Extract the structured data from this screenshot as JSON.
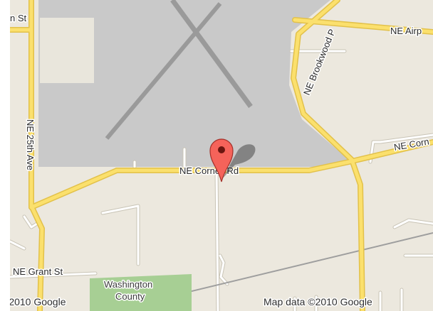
{
  "map": {
    "colors": {
      "land": "#ece8de",
      "airport": "#c9c9c9",
      "runway": "#9a9a9a",
      "park": "#a7cf94",
      "major_road": "#fbe06d",
      "major_road_edge": "#e2c14a",
      "minor_road": "#ffffff",
      "minor_road_edge": "#c9c4b6",
      "rail": "#9e9e9e",
      "marker": "#f5635a",
      "marker_edge": "#a33029"
    },
    "roads": {
      "cornell_main": "NE Cornell Rd",
      "cornell_east": "NE Corn",
      "brookwood": "NE Brookwood P",
      "airport_road": "NE Airp",
      "avenue_25th": "NE 25th Ave",
      "grant": "NE Grant St",
      "top_left_street": "n St"
    },
    "poi": {
      "park_line1": "Washington",
      "park_line2": "County"
    },
    "marker_icon": "map-pin-icon",
    "footer": {
      "logo_copyright": "©2010 Google",
      "map_data_copyright": "Map data ©2010 Google"
    }
  }
}
